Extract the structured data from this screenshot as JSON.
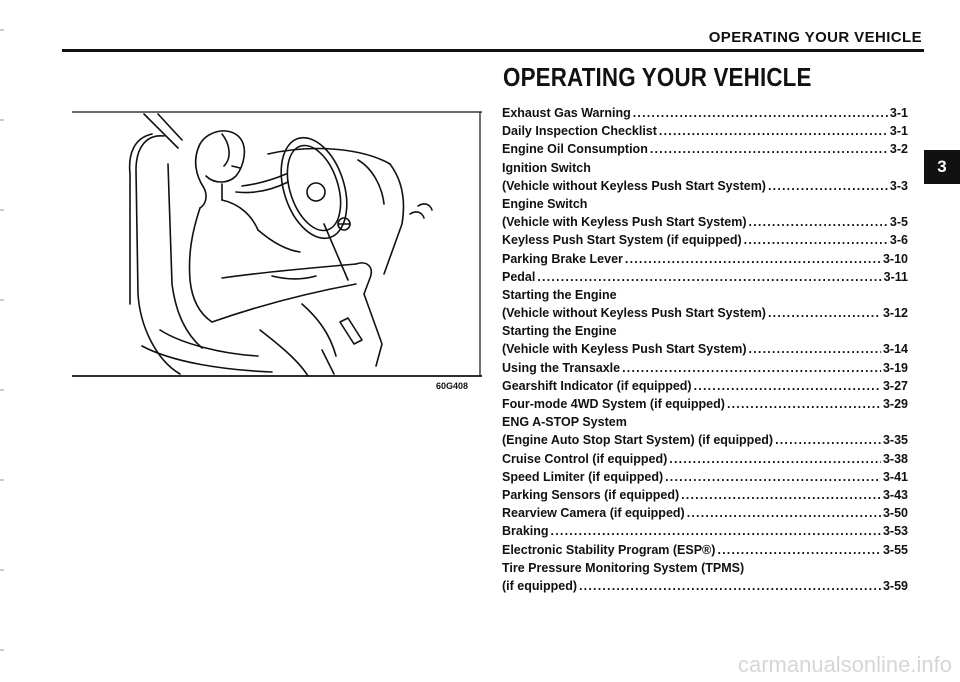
{
  "header": {
    "title": "OPERATING YOUR VEHICLE"
  },
  "chapter_tab": "3",
  "section": {
    "heading": "OPERATING YOUR VEHICLE"
  },
  "figure": {
    "label": "60G408"
  },
  "toc": [
    {
      "text": "Exhaust Gas Warning",
      "page": "3-1"
    },
    {
      "text": "Daily Inspection Checklist",
      "page": "3-1"
    },
    {
      "text": "Engine Oil Consumption",
      "page": "3-2"
    },
    {
      "text": "Ignition Switch",
      "page": ""
    },
    {
      "text": "(Vehicle without Keyless Push Start System)",
      "page": "3-3"
    },
    {
      "text": "Engine Switch",
      "page": ""
    },
    {
      "text": "(Vehicle with Keyless Push Start System)",
      "page": "3-5"
    },
    {
      "text": "Keyless Push Start System (if equipped)",
      "page": "3-6"
    },
    {
      "text": "Parking Brake Lever",
      "page": "3-10"
    },
    {
      "text": "Pedal",
      "page": "3-11"
    },
    {
      "text": "Starting the Engine",
      "page": ""
    },
    {
      "text": "(Vehicle without Keyless Push Start System)",
      "page": "3-12"
    },
    {
      "text": "Starting the Engine",
      "page": ""
    },
    {
      "text": "(Vehicle with Keyless Push Start System)",
      "page": "3-14"
    },
    {
      "text": "Using the Transaxle",
      "page": "3-19"
    },
    {
      "text": "Gearshift Indicator (if equipped)",
      "page": "3-27"
    },
    {
      "text": "Four-mode 4WD System (if equipped)",
      "page": "3-29"
    },
    {
      "text": "ENG A-STOP System",
      "page": ""
    },
    {
      "text": "(Engine Auto Stop Start System) (if equipped)",
      "page": "3-35"
    },
    {
      "text": "Cruise Control (if equipped)",
      "page": "3-38"
    },
    {
      "text": "Speed Limiter (if equipped)",
      "page": "3-41"
    },
    {
      "text": "Parking Sensors (if equipped)",
      "page": "3-43"
    },
    {
      "text": "Rearview Camera (if equipped)",
      "page": "3-50"
    },
    {
      "text": "Braking",
      "page": "3-53"
    },
    {
      "text": "Electronic Stability Program (ESP®)",
      "page": "3-55"
    },
    {
      "text": "Tire Pressure Monitoring System (TPMS)",
      "page": ""
    },
    {
      "text": "(if equipped)",
      "page": "3-59"
    }
  ],
  "watermark": "carmanualsonline.info"
}
